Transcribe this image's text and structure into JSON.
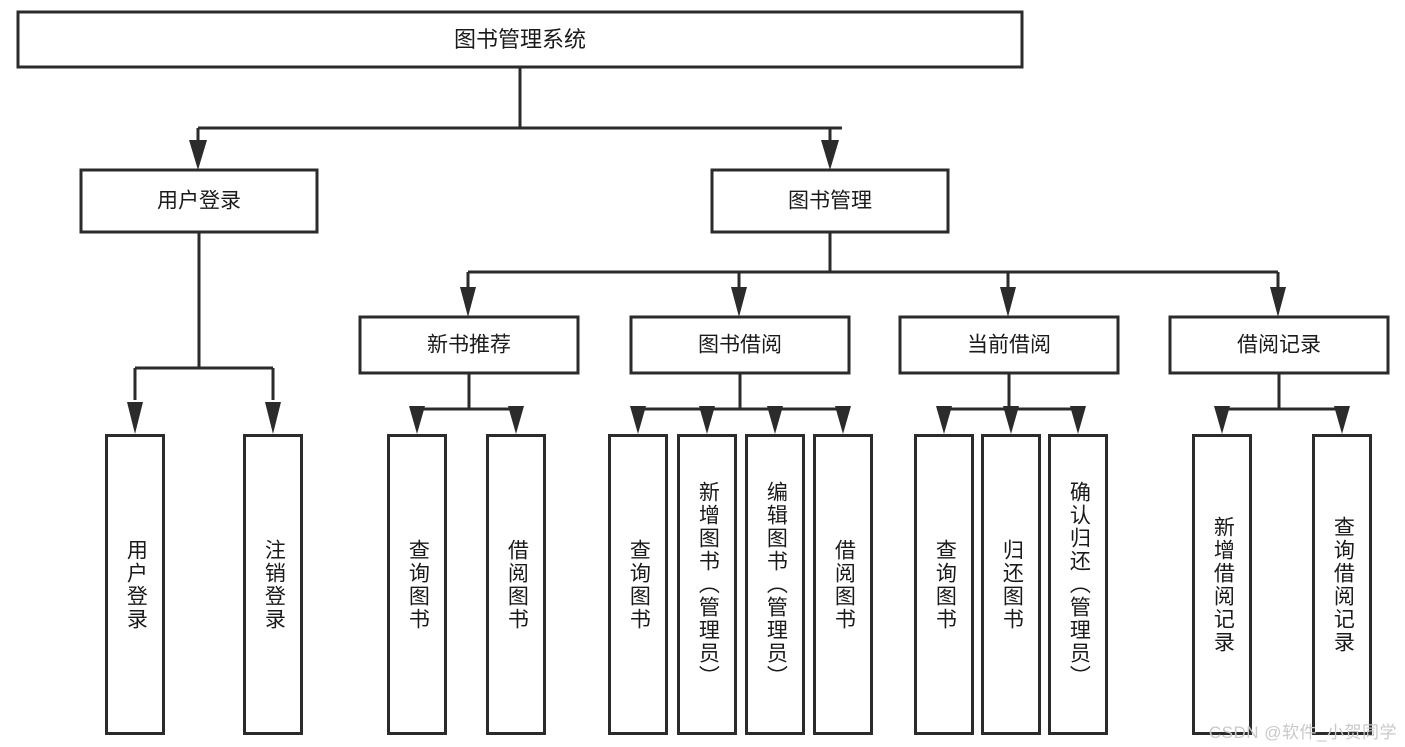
{
  "diagram": {
    "title": "图书管理系统",
    "type": "tree-hierarchy",
    "orientation": "top-down",
    "colors": {
      "stroke": "#2b2b2b",
      "fill": "#ffffff",
      "text": "#1a1a1a",
      "watermark": "#c9c9c9",
      "background": "#ffffff"
    },
    "root": {
      "label": "图书管理系统"
    },
    "level2": [
      {
        "label": "用户登录"
      },
      {
        "label": "图书管理"
      }
    ],
    "level3": [
      {
        "label": "新书推荐"
      },
      {
        "label": "图书借阅"
      },
      {
        "label": "当前借阅"
      },
      {
        "label": "借阅记录"
      }
    ],
    "leaves": {
      "user_login": [
        {
          "label": "用户登录"
        },
        {
          "label": "注销登录"
        }
      ],
      "new_book_recommend": [
        {
          "label": "查询图书"
        },
        {
          "label": "借阅图书"
        }
      ],
      "book_borrow": [
        {
          "label": "查询图书"
        },
        {
          "label": "新增图书（管理员）"
        },
        {
          "label": "编辑图书（管理员）"
        },
        {
          "label": "借阅图书"
        }
      ],
      "current_borrow": [
        {
          "label": "查询图书"
        },
        {
          "label": "归还图书"
        },
        {
          "label": "确认归还（管理员）"
        }
      ],
      "borrow_record": [
        {
          "label": "新增借阅记录"
        },
        {
          "label": "查询借阅记录"
        }
      ]
    }
  },
  "watermark": {
    "text": "CSDN @软件_小贺同学"
  }
}
